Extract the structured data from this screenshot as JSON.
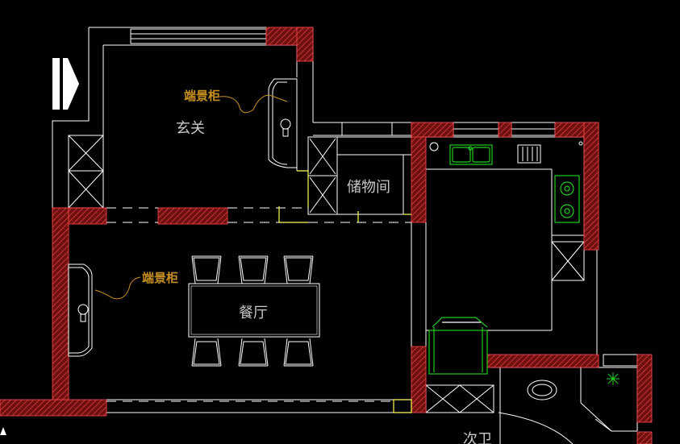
{
  "rooms": {
    "entrance": "玄关",
    "storage": "储物间",
    "dining": "餐厅",
    "second_bath": "次卫"
  },
  "annotations": {
    "entrance_cabinet": "端景柜",
    "dining_cabinet": "端景柜"
  },
  "colors": {
    "background": "#000000",
    "wall_fill": "#7a1414",
    "hatch": "#ff4040",
    "line": "#ffffff",
    "annotation": "#c89020",
    "fixture_green": "#22cc22",
    "door_yellow": "#ffff55",
    "room_label": "#c8c8c8"
  },
  "icons": [
    "entry-arrow-icon",
    "sink-icon",
    "stove-icon",
    "lamp-icon",
    "shower-icon"
  ]
}
